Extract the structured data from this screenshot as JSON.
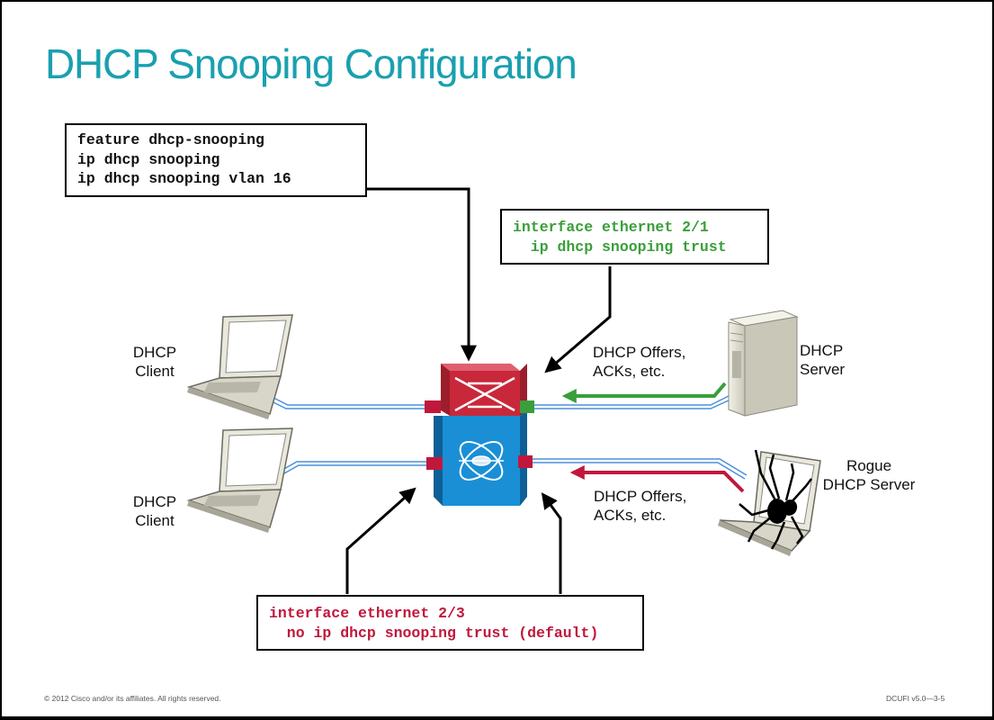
{
  "title": "DHCP Snooping Configuration",
  "config_global": {
    "lines": [
      "feature dhcp-snooping",
      "ip dhcp snooping",
      "ip dhcp snooping vlan 16"
    ]
  },
  "config_trusted": {
    "lines": [
      "interface ethernet 2/1",
      "  ip dhcp snooping trust"
    ],
    "color": "#3a9e3a"
  },
  "config_untrusted": {
    "lines": [
      "interface ethernet 2/3",
      "  no ip dhcp snooping trust (default)"
    ],
    "color": "#c0183c"
  },
  "labels": {
    "client_top": [
      "DHCP",
      "Client"
    ],
    "client_bottom": [
      "DHCP",
      "Client"
    ],
    "server": [
      "DHCP",
      "Server"
    ],
    "rogue": [
      "Rogue",
      "DHCP Server"
    ],
    "offers_top": [
      "DHCP Offers,",
      "ACKs, etc."
    ],
    "offers_bottom": [
      "DHCP Offers,",
      "ACKs, etc."
    ]
  },
  "footer": {
    "copyright": "© 2012 Cisco and/or its affiliates. All rights reserved.",
    "slide_id": "DCUFI v5.0—3-5"
  },
  "colors": {
    "title": "#1aa0b0",
    "trusted": "#3a9e3a",
    "untrusted": "#c0183c",
    "link": "#4a90d9",
    "switch_top": "#c8283a",
    "switch_bottom": "#1a8fd6"
  }
}
